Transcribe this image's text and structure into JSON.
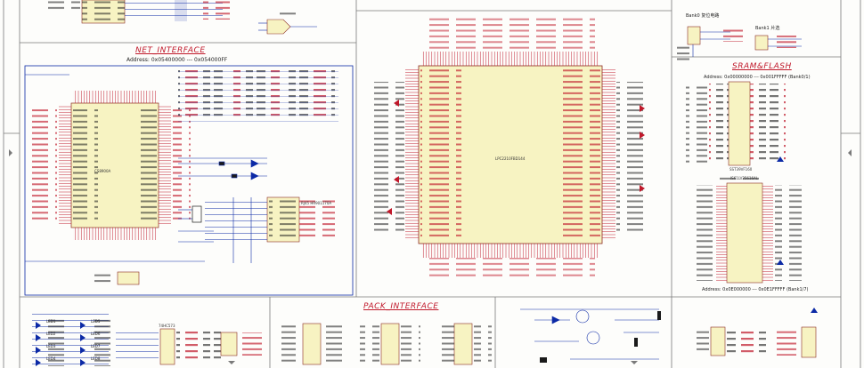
{
  "sections": {
    "net_interface": {
      "title": "NET_INTERFACE",
      "address": "Address: 0x05400000 --- 0x054000FF"
    },
    "bank0": {
      "label": "Bank0 复位电路"
    },
    "bank1": {
      "label": "Bank1 片选"
    },
    "sram_flash": {
      "title": "SRAM&FLASH",
      "address_top": "Address: 0x00000000 --- 0x001FFFFF (Bank0/1)",
      "address_bottom": "Address: 0x0E000000 --- 0x0E1FFFFF (Bank1/7)"
    },
    "pack_interface": {
      "title": "PACK_INTERFACE"
    }
  },
  "chips": {
    "mcu": "LPC2210FBD144",
    "eth": "CS8900A",
    "flash": "SST39VF160",
    "sram": "IS61LV25616AL",
    "connector": "RJ45 HR901170A",
    "latch": "74HC573",
    "leds": [
      "LED1",
      "LED2",
      "LED3",
      "LED4",
      "LED5",
      "LED6",
      "LED7",
      "LED8"
    ]
  },
  "colors": {
    "wire": "#0c2aa6",
    "pin": "#c0182a",
    "chip_fill": "#f7f3c2",
    "chip_border": "#8a2a20",
    "frame": "#7a7a7a"
  }
}
